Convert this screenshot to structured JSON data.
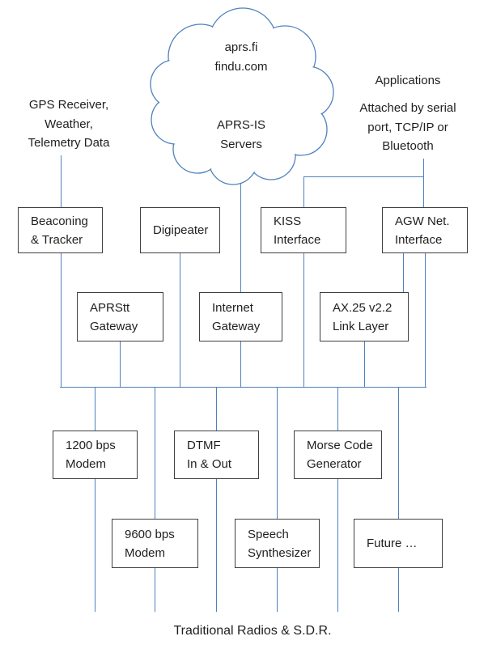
{
  "colors": {
    "line": "#4F81BD",
    "box_border": "#404040",
    "text": "#1F1F1F",
    "background": "#FFFFFF"
  },
  "cloud": {
    "top_text": "aprs.fi\nfindu.com",
    "bottom_text": "APRS-IS\nServers"
  },
  "labels": {
    "gps": "GPS Receiver,\nWeather,\nTelemetry Data",
    "applications": "Applications",
    "serial": "Attached by serial\nport, TCP/IP or\nBluetooth",
    "radios": "Traditional Radios  & S.D.R."
  },
  "nodes": {
    "beaconing": "Beaconing\n& Tracker",
    "digipeater": "Digipeater",
    "kiss": "KISS\nInterface",
    "agw": "AGW Net.\nInterface",
    "aprstt": "APRStt\nGateway",
    "internet": "Internet\nGateway",
    "ax25": "AX.25 v2.2\nLink Layer",
    "modem1200": "1200 bps\nModem",
    "dtmf": "DTMF\nIn & Out",
    "morse": "Morse Code\nGenerator",
    "modem9600": "9600 bps\nModem",
    "speech": "Speech\nSynthesizer",
    "future": "Future …"
  }
}
